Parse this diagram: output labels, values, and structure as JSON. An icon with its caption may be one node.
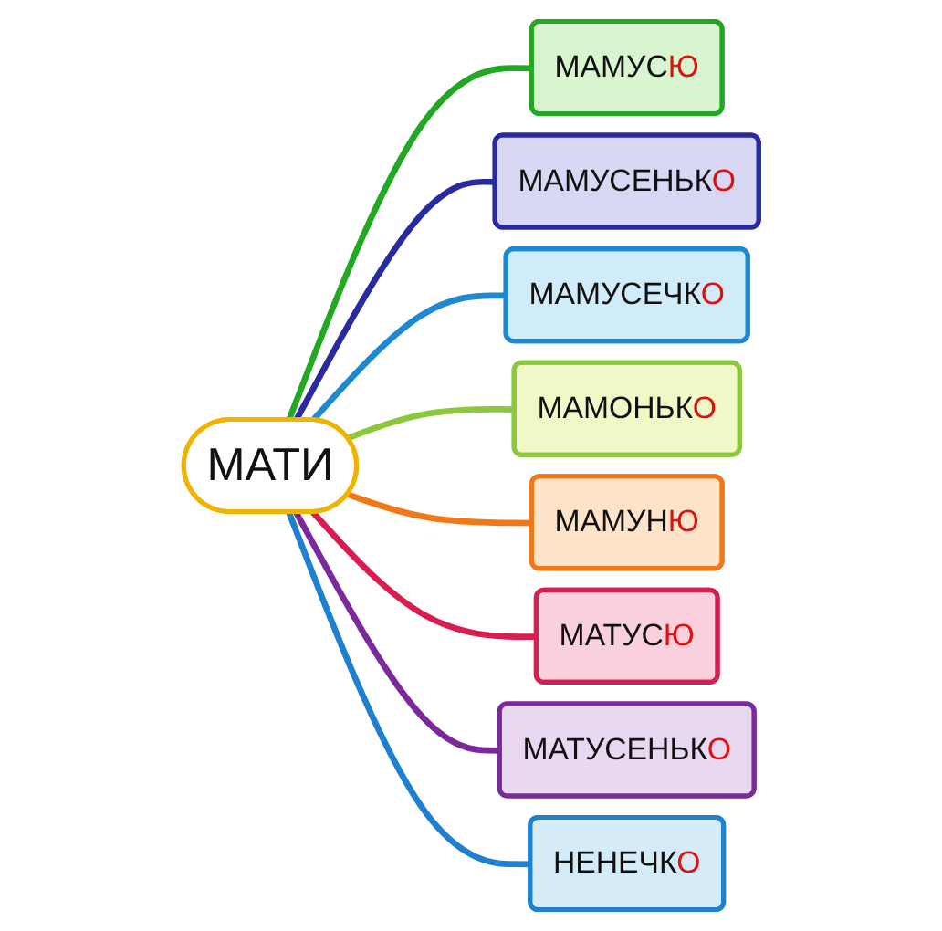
{
  "diagram": {
    "nodes": [
      {
        "text": [
          "МАТИ"
        ]
      },
      {
        "text": [
          "МАМУСЮ"
        ]
      },
      {
        "text": [
          "МАМУСЕНЬКО"
        ]
      },
      {
        "text": [
          "МАМУСЕЧКО"
        ]
      },
      {
        "text": [
          "МАМОНЬКО"
        ]
      },
      {
        "text": [
          "МАМУНЮ"
        ]
      },
      {
        "text": [
          "МАТУСЮ"
        ]
      },
      {
        "text": [
          "МАТУСЕНЬКО"
        ]
      },
      {
        "text": [
          "НЕНЕЧКО"
        ]
      }
    ],
    "edges": [
      {
        "from": 0,
        "to": 1,
        "arrow": "none",
        "color": "#22a822"
      },
      {
        "from": 0,
        "to": 2,
        "arrow": "none",
        "color": "#2a2aa0"
      },
      {
        "from": 0,
        "to": 3,
        "arrow": "none",
        "color": "#1e88d0"
      },
      {
        "from": 0,
        "to": 4,
        "arrow": "none",
        "color": "#8cc83c"
      },
      {
        "from": 0,
        "to": 5,
        "arrow": "none",
        "color": "#f07818"
      },
      {
        "from": 0,
        "to": 6,
        "arrow": "none",
        "color": "#d81e50"
      },
      {
        "from": 0,
        "to": 7,
        "arrow": "none",
        "color": "#7a2a9a"
      },
      {
        "from": 0,
        "to": 8,
        "arrow": "none",
        "color": "#2080d0"
      }
    ]
  }
}
